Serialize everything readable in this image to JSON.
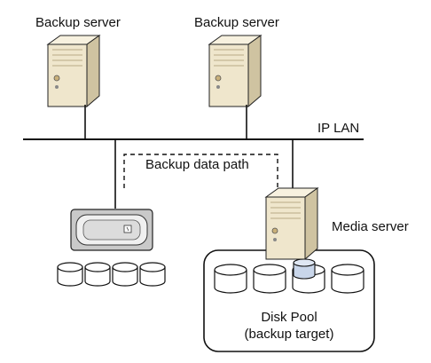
{
  "labels": {
    "backup_server_left": "Backup server",
    "backup_server_right": "Backup server",
    "ip_lan": "IP LAN",
    "backup_data_path": "Backup data path",
    "media_server": "Media server",
    "disk_pool_title": "Disk Pool",
    "disk_pool_subtitle": "(backup target)"
  },
  "colors": {
    "line": "#111111",
    "server_body": "#efe6cc",
    "server_shade": "#cfc3a1",
    "array_body": "#c9c9c9",
    "disk_fill": "#ffffff",
    "disk_highlight": "#c9d6ea"
  },
  "icons": {
    "server": "tower-server-icon",
    "array": "storage-array-icon",
    "disk": "disk-cylinder-icon"
  }
}
